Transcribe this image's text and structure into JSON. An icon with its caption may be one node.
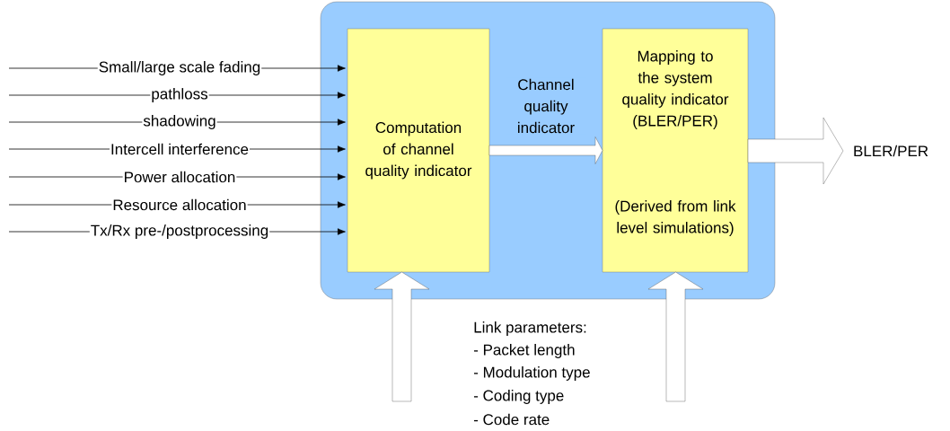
{
  "diagram": {
    "nodes": [
      {
        "text": [],
        "shape": "box"
      },
      {
        "text": [
          "Computation of channel quality indicator"
        ],
        "in": 0
      },
      {
        "text": [
          "Mapping to the system quality indicator (BLER/PER)",
          "(Derived from link level simulations)"
        ],
        "in": 0
      },
      {
        "text": [
          "BLER/PER"
        ]
      }
    ],
    "edges": [
      {
        "from": null,
        "to": 1,
        "arrow": "to",
        "label": "Small/large scale fading"
      },
      {
        "from": null,
        "to": 1,
        "arrow": "to",
        "label": "pathloss"
      },
      {
        "from": null,
        "to": 1,
        "arrow": "to",
        "label": "shadowing"
      },
      {
        "from": null,
        "to": 1,
        "arrow": "to",
        "label": "Intercell interference"
      },
      {
        "from": null,
        "to": 1,
        "arrow": "to",
        "label": "Power allocation"
      },
      {
        "from": null,
        "to": 1,
        "arrow": "to",
        "label": "Resource allocation"
      },
      {
        "from": null,
        "to": 1,
        "arrow": "to",
        "label": "Tx/Rx pre-/postprocessing"
      },
      {
        "from": 1,
        "to": 2,
        "arrow": "to",
        "label": "Channel quality indicator"
      },
      {
        "from": 2,
        "to": 3,
        "arrow": "to"
      },
      {
        "from": null,
        "to": 1,
        "arrow": "to"
      },
      {
        "from": null,
        "to": 2,
        "arrow": "to"
      }
    ],
    "labels": [
      "Link parameters:",
      "- Packet length",
      "- Modulation type",
      "- Coding type",
      "- Code rate"
    ]
  }
}
